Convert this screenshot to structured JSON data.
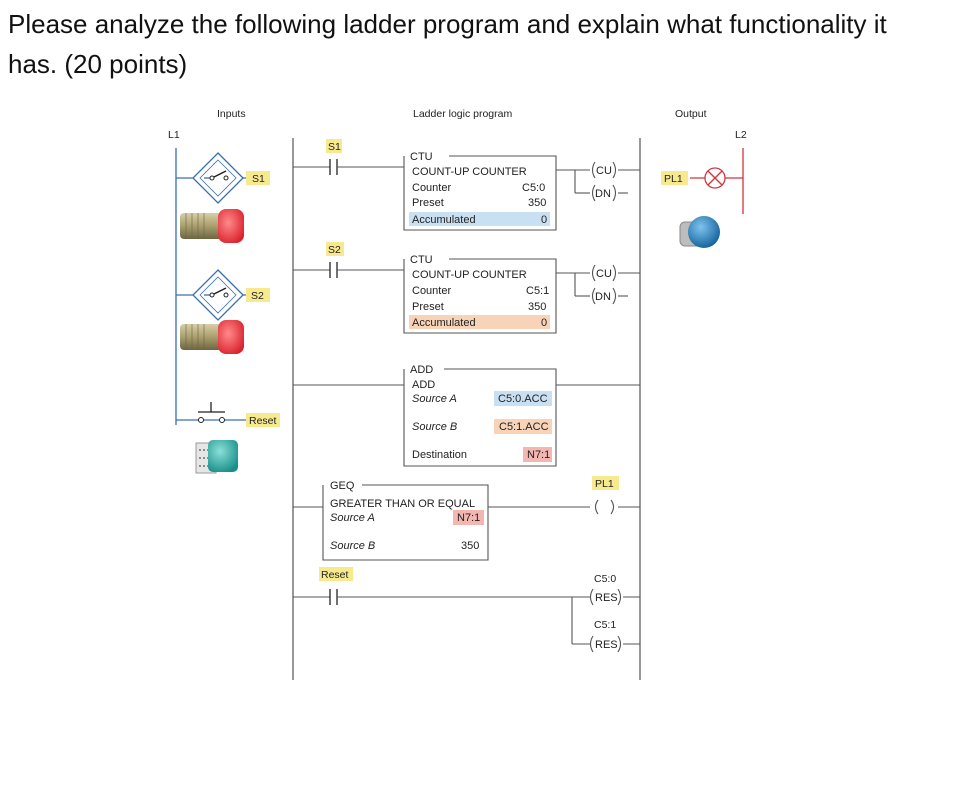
{
  "question": "Please analyze the following ladder program and explain what functionality it has. (20 points)",
  "headers": {
    "inputs": "Inputs",
    "program": "Ladder logic program",
    "output": "Output"
  },
  "rails": {
    "left": "L1",
    "right": "L2"
  },
  "inputs": [
    {
      "tag": "S1",
      "device": "proximity-sensor"
    },
    {
      "tag": "S2",
      "device": "proximity-sensor"
    },
    {
      "tag": "Reset",
      "device": "pushbutton"
    }
  ],
  "rung1": {
    "contact": "S1",
    "block": {
      "type": "CTU",
      "name": "COUNT-UP COUNTER",
      "counter_label": "Counter",
      "counter": "C5:0",
      "preset_label": "Preset",
      "preset": "350",
      "accum_label": "Accumulated",
      "accum": "0"
    },
    "coils": [
      "CU",
      "DN"
    ]
  },
  "rung2": {
    "contact": "S2",
    "block": {
      "type": "CTU",
      "name": "COUNT-UP COUNTER",
      "counter_label": "Counter",
      "counter": "C5:1",
      "preset_label": "Preset",
      "preset": "350",
      "accum_label": "Accumulated",
      "accum": "0"
    },
    "coils": [
      "CU",
      "DN"
    ]
  },
  "rung3": {
    "block": {
      "type": "ADD",
      "name": "ADD",
      "srcA_label": "Source A",
      "srcA": "C5:0.ACC",
      "srcB_label": "Source B",
      "srcB": "C5:1.ACC",
      "dest_label": "Destination",
      "dest": "N7:1"
    }
  },
  "rung4": {
    "block": {
      "type": "GEQ",
      "name": "GREATER THAN OR EQUAL",
      "srcA_label": "Source A",
      "srcA": "N7:1",
      "srcB_label": "Source B",
      "srcB": "350"
    },
    "coil_tag": "PL1"
  },
  "rung5": {
    "contact": "Reset",
    "coils": [
      {
        "tag": "C5:0",
        "type": "RES"
      },
      {
        "tag": "C5:1",
        "type": "RES"
      }
    ]
  },
  "output": {
    "tag": "PL1",
    "device": "pilot-light"
  },
  "colors": {
    "blue_highlight": "#c9e0f2",
    "orange_highlight": "#f8d3b8",
    "pink_highlight": "#f4b6b0",
    "label_yellow": "#f7e98d",
    "sensor_blue": "#3a6fb0",
    "sensor_red": "#e0353f",
    "output_red": "#d0343a",
    "light_blue": "#1e86c4",
    "button_teal": "#2aa5a0"
  }
}
